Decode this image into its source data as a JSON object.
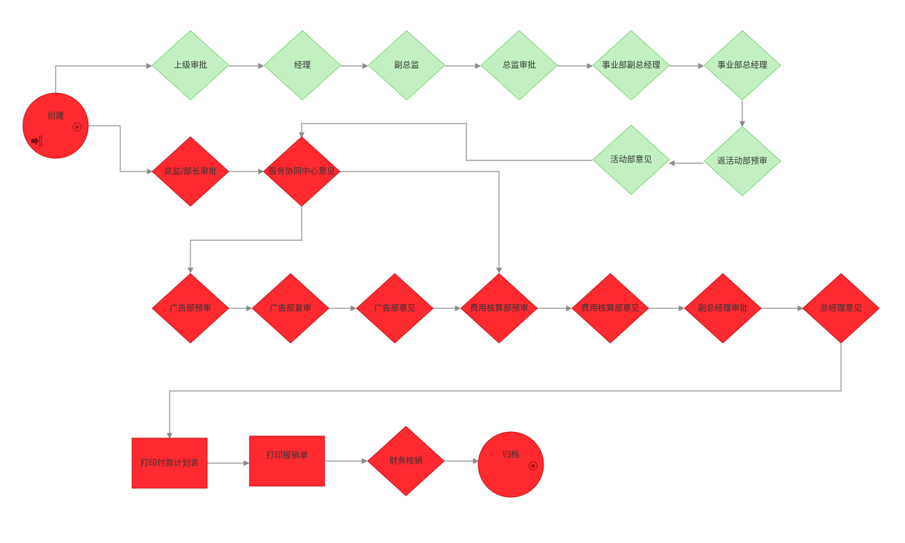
{
  "colors": {
    "done_fill": "#c3f0c3",
    "done_stroke": "#7bcf7b",
    "active_fill": "#ff2a2f",
    "active_stroke": "#c21317",
    "edge": "#8a8a8a",
    "text": "#333333"
  },
  "nodes": [
    {
      "id": "start",
      "label": "创建",
      "shape": "circle",
      "status": "active",
      "icons": [
        "start-arrow-icon",
        "play-icon"
      ]
    },
    {
      "id": "n1",
      "label": "上级审批",
      "shape": "diamond",
      "status": "done"
    },
    {
      "id": "n2",
      "label": "经理",
      "shape": "diamond",
      "status": "done"
    },
    {
      "id": "n3",
      "label": "副总监",
      "shape": "diamond",
      "status": "done"
    },
    {
      "id": "n4",
      "label": "总监审批",
      "shape": "diamond",
      "status": "done"
    },
    {
      "id": "n5",
      "label": "事业部副总经理",
      "shape": "diamond",
      "status": "done"
    },
    {
      "id": "n6",
      "label": "事业部总经理",
      "shape": "diamond",
      "status": "done"
    },
    {
      "id": "n7",
      "label": "返活动部预审",
      "shape": "diamond",
      "status": "done"
    },
    {
      "id": "n8",
      "label": "活动部意见",
      "shape": "diamond",
      "status": "done"
    },
    {
      "id": "r1",
      "label": "总监/部长审批",
      "shape": "diamond",
      "status": "active"
    },
    {
      "id": "r2",
      "label": "服务协同中心意见",
      "shape": "diamond",
      "status": "active"
    },
    {
      "id": "a1",
      "label": "广告部预审",
      "shape": "diamond",
      "status": "active"
    },
    {
      "id": "a2",
      "label": "广告部复审",
      "shape": "diamond",
      "status": "active"
    },
    {
      "id": "a3",
      "label": "广告部意见",
      "shape": "diamond",
      "status": "active"
    },
    {
      "id": "a4",
      "label": "费用核算部预审",
      "shape": "diamond",
      "status": "active"
    },
    {
      "id": "a5",
      "label": "费用核算部意见",
      "shape": "diamond",
      "status": "active"
    },
    {
      "id": "a6",
      "label": "副总经理审批",
      "shape": "diamond",
      "status": "active"
    },
    {
      "id": "a7",
      "label": "总经理意见",
      "shape": "diamond",
      "status": "active"
    },
    {
      "id": "p1",
      "label": "打印付款计划表",
      "shape": "rect",
      "status": "active"
    },
    {
      "id": "p2",
      "label": "打印报销单",
      "shape": "rect",
      "status": "active"
    },
    {
      "id": "p3",
      "label": "财务核销",
      "shape": "diamond",
      "status": "active"
    },
    {
      "id": "end",
      "label": "归档",
      "shape": "circle",
      "status": "active",
      "icons": [
        "stop-icon"
      ]
    }
  ],
  "edges": [
    {
      "from": "start",
      "to": "n1"
    },
    {
      "from": "n1",
      "to": "n2"
    },
    {
      "from": "n2",
      "to": "n3"
    },
    {
      "from": "n3",
      "to": "n4"
    },
    {
      "from": "n4",
      "to": "n5"
    },
    {
      "from": "n5",
      "to": "n6"
    },
    {
      "from": "n6",
      "to": "n7"
    },
    {
      "from": "n7",
      "to": "n8"
    },
    {
      "from": "n8",
      "to": "r2"
    },
    {
      "from": "start",
      "to": "r1"
    },
    {
      "from": "r1",
      "to": "r2"
    },
    {
      "from": "r2",
      "to": "a1"
    },
    {
      "from": "r2",
      "to": "a4"
    },
    {
      "from": "a1",
      "to": "a2"
    },
    {
      "from": "a2",
      "to": "a3"
    },
    {
      "from": "a3",
      "to": "a4"
    },
    {
      "from": "a4",
      "to": "a5"
    },
    {
      "from": "a5",
      "to": "a6"
    },
    {
      "from": "a6",
      "to": "a7"
    },
    {
      "from": "a7",
      "to": "p1"
    },
    {
      "from": "p1",
      "to": "p2"
    },
    {
      "from": "p2",
      "to": "p3"
    },
    {
      "from": "p3",
      "to": "end"
    }
  ]
}
